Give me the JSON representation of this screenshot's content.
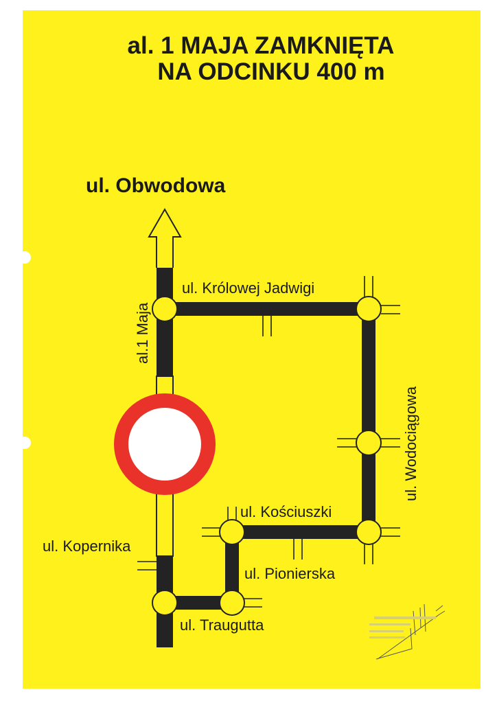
{
  "title": {
    "line1": "al. 1 MAJA ZAMKNIĘTA",
    "line2": "NA ODCINKU 400 m"
  },
  "detour_target": "ul. Obwodowa",
  "streets": {
    "main": "al.1 Maja",
    "north": "ul. Królowej Jadwigi",
    "east": "ul. Wodociągowa",
    "kosciuszki": "ul. Kościuszki",
    "pionierska": "ul. Pionierska",
    "kopernika": "ul. Kopernika",
    "traugutta": "ul. Traugutta"
  },
  "colors": {
    "background": "#fff21c",
    "road": "#232323",
    "sign_ring": "#e8322a"
  }
}
